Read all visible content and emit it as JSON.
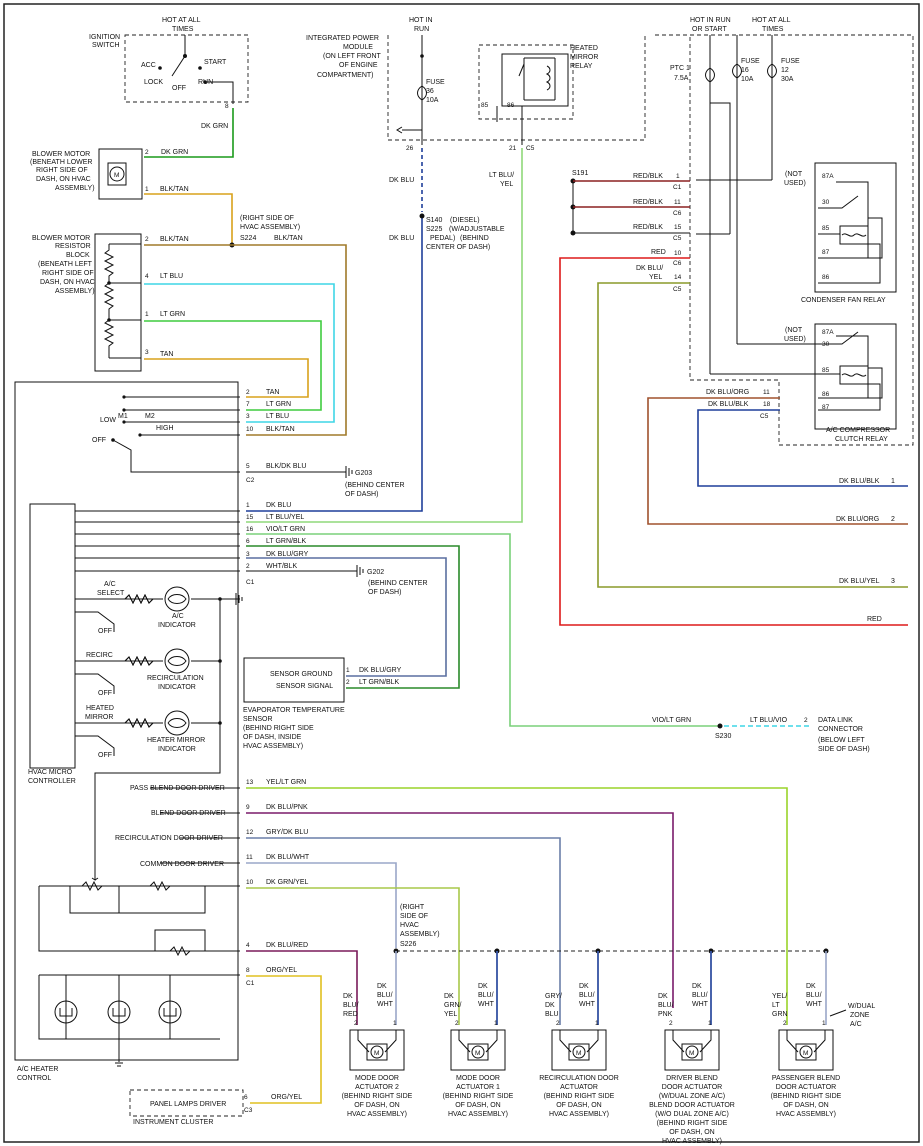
{
  "colors": {
    "frame": "#222222",
    "dkgrn": "#1a9a1a",
    "tan": "#d9a21b",
    "cyan": "#3fd6e6",
    "ltgrn": "#3fcc3f",
    "blkltan": "#a07a2a",
    "dkblu": "#1f3f9a",
    "ltblu": "#59b6e0",
    "red": "#dd1a1a",
    "brown": "#a0522d",
    "olive": "#8a9a2a",
    "purple": "#7a1a6a",
    "yellow": "#e0c020",
    "yelgrn": "#9ad42a",
    "slate": "#6a7fa8",
    "pink": "#c8467a"
  },
  "labels": {
    "ign_hot": "HOT AT ALL",
    "ign_times": "TIMES",
    "ign_switch": "IGNITION",
    "ign_switch2": "SWITCH",
    "acc": "ACC",
    "start": "START",
    "lock": "LOCK",
    "off": "OFF",
    "run": "RUN",
    "ign_pin": "8",
    "dkgrn": "DK GRN",
    "bm1": "BLOWER MOTOR",
    "bm2": "(BENEATH LOWER",
    "bm3": "RIGHT SIDE OF",
    "bm4": "DASH, ON HVAC",
    "bm5": "ASSEMBLY)",
    "bm_p2": "2",
    "bm_p1": "1",
    "bm_dkgrn": "DK GRN",
    "bm_blktan": "BLK/TAN",
    "s224a": "(RIGHT SIDE OF",
    "s224b": "HVAC ASSEMBLY)",
    "s224": "S224",
    "s224_blktan": "BLK/TAN",
    "br1": "BLOWER MOTOR",
    "br2": "RESISTOR",
    "br3": "BLOCK",
    "br4": "(BENEATH LEFT",
    "br5": "RIGHT SIDE OF",
    "br6": "DASH, ON HVAC",
    "br7": "ASSEMBLY)",
    "br_p2": "2",
    "br_blktan": "BLK/TAN",
    "br_p4": "4",
    "br_ltblu": "LT BLU",
    "br_p1": "1",
    "br_ltgrn": "LT GRN",
    "br_p3": "3",
    "br_tan": "TAN",
    "ipm_hot": "HOT IN",
    "ipm_run": "RUN",
    "ipm1": "INTEGRATED POWER",
    "ipm2": "MODULE",
    "ipm3": "(ON LEFT FRONT",
    "ipm4": "OF ENGINE",
    "ipm5": "COMPARTMENT)",
    "fuse": "FUSE",
    "fuse36": "36",
    "fuse10a": "10A",
    "hm1": "HEATED",
    "hm2": "MIRROR",
    "hm3": "RELAY",
    "p85": "85",
    "p86": "86",
    "p26": "26",
    "p21": "21",
    "c5": "C5",
    "dkblu": "DK BLU",
    "ltbluyel1": "LT BLU/",
    "ltbluyel2": "YEL",
    "s140": "S140",
    "s225": "S225",
    "diesel": "(DIESEL)",
    "wadj1": "(W/ADJUSTABLE",
    "wadj2": "PEDAL)",
    "behind1": "(BEHIND",
    "behind2": "CENTER OF DASH)",
    "hotrun1": "HOT IN RUN",
    "hotrun2": "OR START",
    "hotall1": "HOT AT ALL",
    "hotall2": "TIMES",
    "ptc1": "PTC 1",
    "ptc2": "7.5A",
    "fuse16": "16",
    "fuse16a": "10A",
    "fuse12": "12",
    "fuse12a": "30A",
    "s191": "S191",
    "rl_redblk": "RED/BLK",
    "rl_red": "RED",
    "rl_dkbluyel1": "DK BLU/",
    "rl_dkbluyel2": "YEL",
    "rl_p1": "1",
    "rl_c1": "C1",
    "rl_p11": "11",
    "rl_c6": "C6",
    "rl_p15": "15",
    "rl_c5": "C5",
    "rl_p10": "10",
    "rl_c6b": "C6",
    "rl_p14": "14",
    "rl_c5b": "C5",
    "notused": "(NOT",
    "used": "USED)",
    "r87a": "87A",
    "r30": "30",
    "r85": "85",
    "r87": "87",
    "r86": "86",
    "cfr": "CONDENSER FAN RELAY",
    "dkbluorg": "DK BLU/ORG",
    "dkblublk": "DK BLU/BLK",
    "p11": "11",
    "p18": "18",
    "acc1": "A/C COMPRESSOR",
    "acc2": "CLUTCH RELAY",
    "out1": "DK BLU/BLK",
    "out1n": "1",
    "out2": "DK BLU/ORG",
    "out2n": "2",
    "out3": "DK BLU/YEL",
    "out3n": "3",
    "out4": "RED",
    "low": "LOW",
    "m1": "M1",
    "m2": "M2",
    "high": "HIGH",
    "off2": "OFF",
    "c2_2": "2",
    "c2_tan": "TAN",
    "c2_7": "7",
    "c2_ltgrn": "LT GRN",
    "c2_3": "3",
    "c2_ltblu": "LT BLU",
    "c2_10": "10",
    "c2_blktan": "BLK/TAN",
    "c2_5": "5",
    "c2_blkdkblu": "BLK/DK BLU",
    "c2": "C2",
    "g203": "G203",
    "g203a": "(BEHIND CENTER",
    "g203b": "OF DASH)",
    "c1_1": "1",
    "c1_dkblu": "DK BLU",
    "c1_15": "15",
    "c1_ltbluyel": "LT BLU/YEL",
    "c1_16": "16",
    "c1_vioLtgrn": "VIO/LT GRN",
    "c1_6": "6",
    "c1_ltgrnblk": "LT GRN/BLK",
    "c1_3": "3",
    "c1_dkblugry": "DK BLU/GRY",
    "c1_2": "2",
    "c1_whtblk": "WHT/BLK",
    "c1": "C1",
    "g202": "G202",
    "g202a": "(BEHIND CENTER",
    "g202b": "OF DASH)",
    "ac_sel1": "A/C",
    "ac_sel2": "SELECT",
    "ac_ind1": "A/C",
    "ac_ind2": "INDICATOR",
    "off_a": "OFF",
    "recirc": "RECIRC",
    "recirc_ind1": "RECIRCULATION",
    "recirc_ind2": "INDICATOR",
    "off_b": "OFF",
    "hm_a": "HEATED",
    "hm_b": "MIRROR",
    "hm_ind1": "HEATER MIRROR",
    "hm_ind2": "INDICATOR",
    "off_c": "OFF",
    "micro1": "HVAC MICRO",
    "micro2": "CONTROLLER",
    "st": "SENSOR GROUND",
    "ss": "SENSOR SIGNAL",
    "st_p1": "1",
    "st_p2": "2",
    "st_dkblugry": "DK BLU/GRY",
    "st_ltgrnblk": "LT GRN/BLK",
    "evap1": "EVAPORATOR TEMPERATURE",
    "evap2": "SENSOR",
    "evap3": "(BEHIND RIGHT SIDE",
    "evap4": "OF DASH, INSIDE",
    "evap5": "HVAC ASSEMBLY)",
    "viol": "VIO/LT GRN",
    "ltbluvio": "LT BLU/VIO",
    "s230": "S230",
    "dlc_p": "2",
    "dlc1": "DATA LINK",
    "dlc2": "CONNECTOR",
    "dlc3": "(BELOW LEFT",
    "dlc4": "SIDE OF DASH)",
    "pbd": "PASS BLEND DOOR DRIVER",
    "bdd": "BLEND DOOR DRIVER",
    "rdd": "RECIRCULATION DOOR DRIVER",
    "cdd": "COMMON DOOR DRIVER",
    "d13": "13",
    "d13w": "YEL/LT GRN",
    "d9": "9",
    "d9w": "DK BLU/PNK",
    "d12": "12",
    "d12w": "GRY/DK BLU",
    "d11": "11",
    "d11w": "DK BLU/WHT",
    "d10": "10",
    "d10w": "DK GRN/YEL",
    "d4": "4",
    "d4w": "DK BLU/RED",
    "d8": "8",
    "d8w": "ORG/YEL",
    "c1b": "C1",
    "rside1": "(RIGHT",
    "rside2": "SIDE OF",
    "rside3": "HVAC",
    "rside4": "ASSEMBLY)",
    "s226": "S226",
    "wdual1": "W/DUAL",
    "wdual2": "ZONE",
    "wdual3": "A/C",
    "ahc1": "A/C HEATER",
    "ahc2": "CONTROL",
    "pld": "PANEL LAMPS DRIVER",
    "pld_p": "6",
    "pld_w": "ORG/YEL",
    "pld_c": "C3",
    "ic": "INSTRUMENT CLUSTER"
  },
  "actuators": [
    {
      "w1a": "DK",
      "w1b": "BLU/",
      "w1c": "RED",
      "w2a": "DK",
      "w2b": "BLU/",
      "w2c": "WHT",
      "n1": "MODE DOOR",
      "n2": "ACTUATOR 2",
      "n3": "(BEHIND RIGHT SIDE",
      "n4": "OF DASH, ON",
      "n5": "HVAC ASSEMBLY)"
    },
    {
      "w1a": "DK",
      "w1b": "GRN/",
      "w1c": "YEL",
      "w2a": "DK",
      "w2b": "BLU/",
      "w2c": "WHT",
      "n1": "MODE DOOR",
      "n2": "ACTUATOR 1",
      "n3": "(BEHIND RIGHT SIDE",
      "n4": "OF DASH, ON",
      "n5": "HVAC ASSEMBLY)"
    },
    {
      "w1a": "GRY/",
      "w1b": "DK",
      "w1c": "BLU",
      "w2a": "DK",
      "w2b": "BLU/",
      "w2c": "WHT",
      "n1": "RECIRCULATION DOOR",
      "n2": "ACTUATOR",
      "n3": "(BEHIND RIGHT SIDE",
      "n4": "OF DASH, ON",
      "n5": "HVAC ASSEMBLY)"
    },
    {
      "w1a": "DK",
      "w1b": "BLU/",
      "w1c": "PNK",
      "w2a": "DK",
      "w2b": "BLU/",
      "w2c": "WHT",
      "n1": "DRIVER BLEND",
      "n2": "DOOR ACTUATOR",
      "n3": "(W/DUAL ZONE A/C)",
      "n4": "BLEND DOOR ACTUATOR",
      "n5": "(W/O DUAL ZONE A/C)",
      "n6": "(BEHIND RIGHT SIDE",
      "n7": "OF DASH, ON",
      "n8": "HVAC ASSEMBLY)"
    },
    {
      "w1a": "YEL/",
      "w1b": "LT",
      "w1c": "GRN",
      "w2a": "DK",
      "w2b": "BLU/",
      "w2c": "WHT",
      "n1": "PASSENGER BLEND",
      "n2": "DOOR ACTUATOR",
      "n3": "(BEHIND RIGHT SIDE",
      "n4": "OF DASH, ON",
      "n5": "HVAC ASSEMBLY)"
    }
  ],
  "pins": {
    "a": "2",
    "b": "1"
  }
}
